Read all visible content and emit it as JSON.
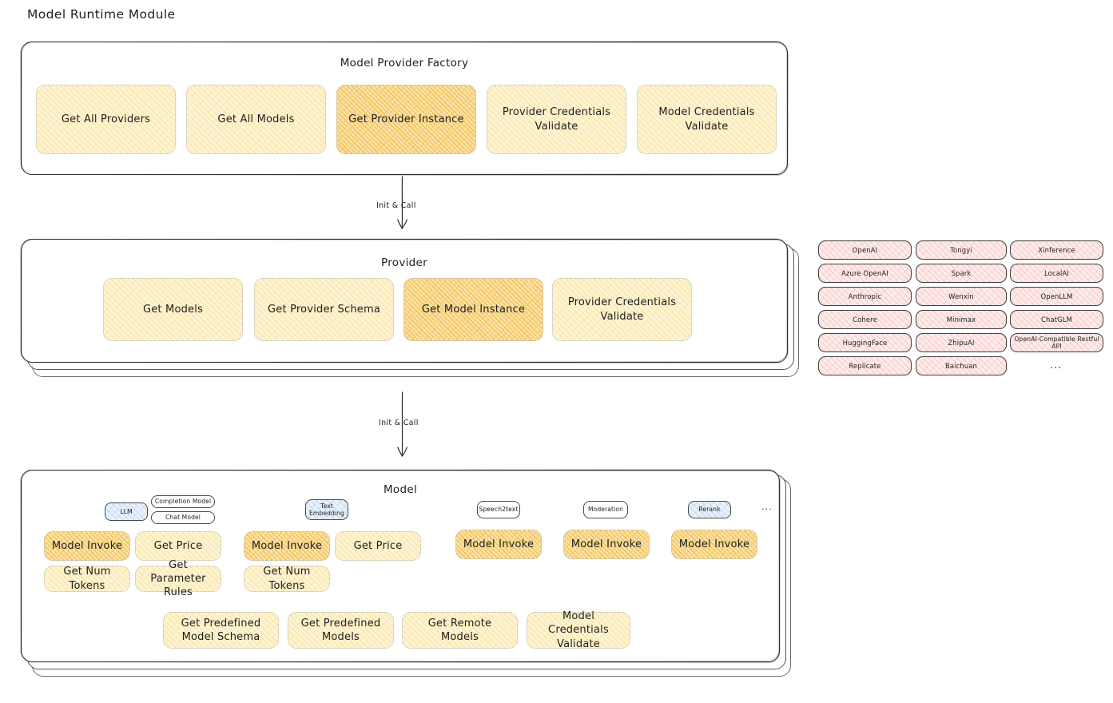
{
  "page": {
    "title": "Model Runtime Module"
  },
  "colors": {
    "node_fill_light": "#fdf4d6",
    "node_fill_highlight": "#fbe3a8",
    "provider_chip_fill": "#fdeceb",
    "model_chip_fill": "#e9f2fb",
    "stroke": "#1e1e1e",
    "background": "#ffffff"
  },
  "factory": {
    "title": "Model Provider Factory",
    "nodes": [
      {
        "label": "Get All Providers",
        "highlighted": false
      },
      {
        "label": "Get All Models",
        "highlighted": false
      },
      {
        "label": "Get Provider Instance",
        "highlighted": true
      },
      {
        "label": "Provider Credentials Validate",
        "highlighted": false
      },
      {
        "label": "Model Credentials Validate",
        "highlighted": false
      }
    ]
  },
  "arrows": [
    {
      "label": "Init & Call",
      "from": "Model Provider Factory",
      "to": "Provider"
    },
    {
      "label": "Init & Call",
      "from": "Provider",
      "to": "Model"
    }
  ],
  "provider": {
    "title": "Provider",
    "nodes": [
      {
        "label": "Get Models",
        "highlighted": false
      },
      {
        "label": "Get Provider Schema",
        "highlighted": false
      },
      {
        "label": "Get Model Instance",
        "highlighted": true
      },
      {
        "label": "Provider Credentials Validate",
        "highlighted": false
      }
    ]
  },
  "provider_list": {
    "columns": [
      {
        "items": [
          "OpenAI",
          "Azure OpenAI",
          "Anthropic",
          "Cohere",
          "HuggingFace",
          "Replicate"
        ]
      },
      {
        "items": [
          "Tongyi",
          "Spark",
          "Wenxin",
          "Minimax",
          "ZhipuAI",
          "Baichuan"
        ]
      },
      {
        "items": [
          "Xinference",
          "LocalAI",
          "OpenLLM",
          "ChatGLM",
          "OpenAI-Compatible Restful API"
        ]
      }
    ],
    "more": "..."
  },
  "model": {
    "title": "Model",
    "more": "...",
    "types": [
      {
        "name": "LLM",
        "subtypes": [
          "Completion Model",
          "Chat Model"
        ],
        "filled": true,
        "methods_row1": [
          {
            "label": "Model Invoke",
            "highlighted": true
          },
          {
            "label": "Get Price",
            "highlighted": false
          }
        ],
        "methods_row2": [
          {
            "label": "Get Num Tokens",
            "highlighted": false
          },
          {
            "label": "Get Parameter Rules",
            "highlighted": false
          }
        ]
      },
      {
        "name": "Text Embedding",
        "subtypes": [],
        "filled": true,
        "methods_row1": [
          {
            "label": "Model Invoke",
            "highlighted": true
          },
          {
            "label": "Get Price",
            "highlighted": false
          }
        ],
        "methods_row2": [
          {
            "label": "Get Num Tokens",
            "highlighted": false
          }
        ]
      },
      {
        "name": "Speech2text",
        "subtypes": [],
        "filled": false,
        "methods_row1": [
          {
            "label": "Model Invoke",
            "highlighted": true
          }
        ],
        "methods_row2": []
      },
      {
        "name": "Moderation",
        "subtypes": [],
        "filled": false,
        "methods_row1": [
          {
            "label": "Model Invoke",
            "highlighted": true
          }
        ],
        "methods_row2": []
      },
      {
        "name": "Rerank",
        "subtypes": [],
        "filled": true,
        "methods_row1": [
          {
            "label": "Model Invoke",
            "highlighted": true
          }
        ],
        "methods_row2": []
      }
    ],
    "common_methods": [
      "Get Predefined Model Schema",
      "Get Predefined Models",
      "Get Remote Models",
      "Model Credentials Validate"
    ]
  }
}
